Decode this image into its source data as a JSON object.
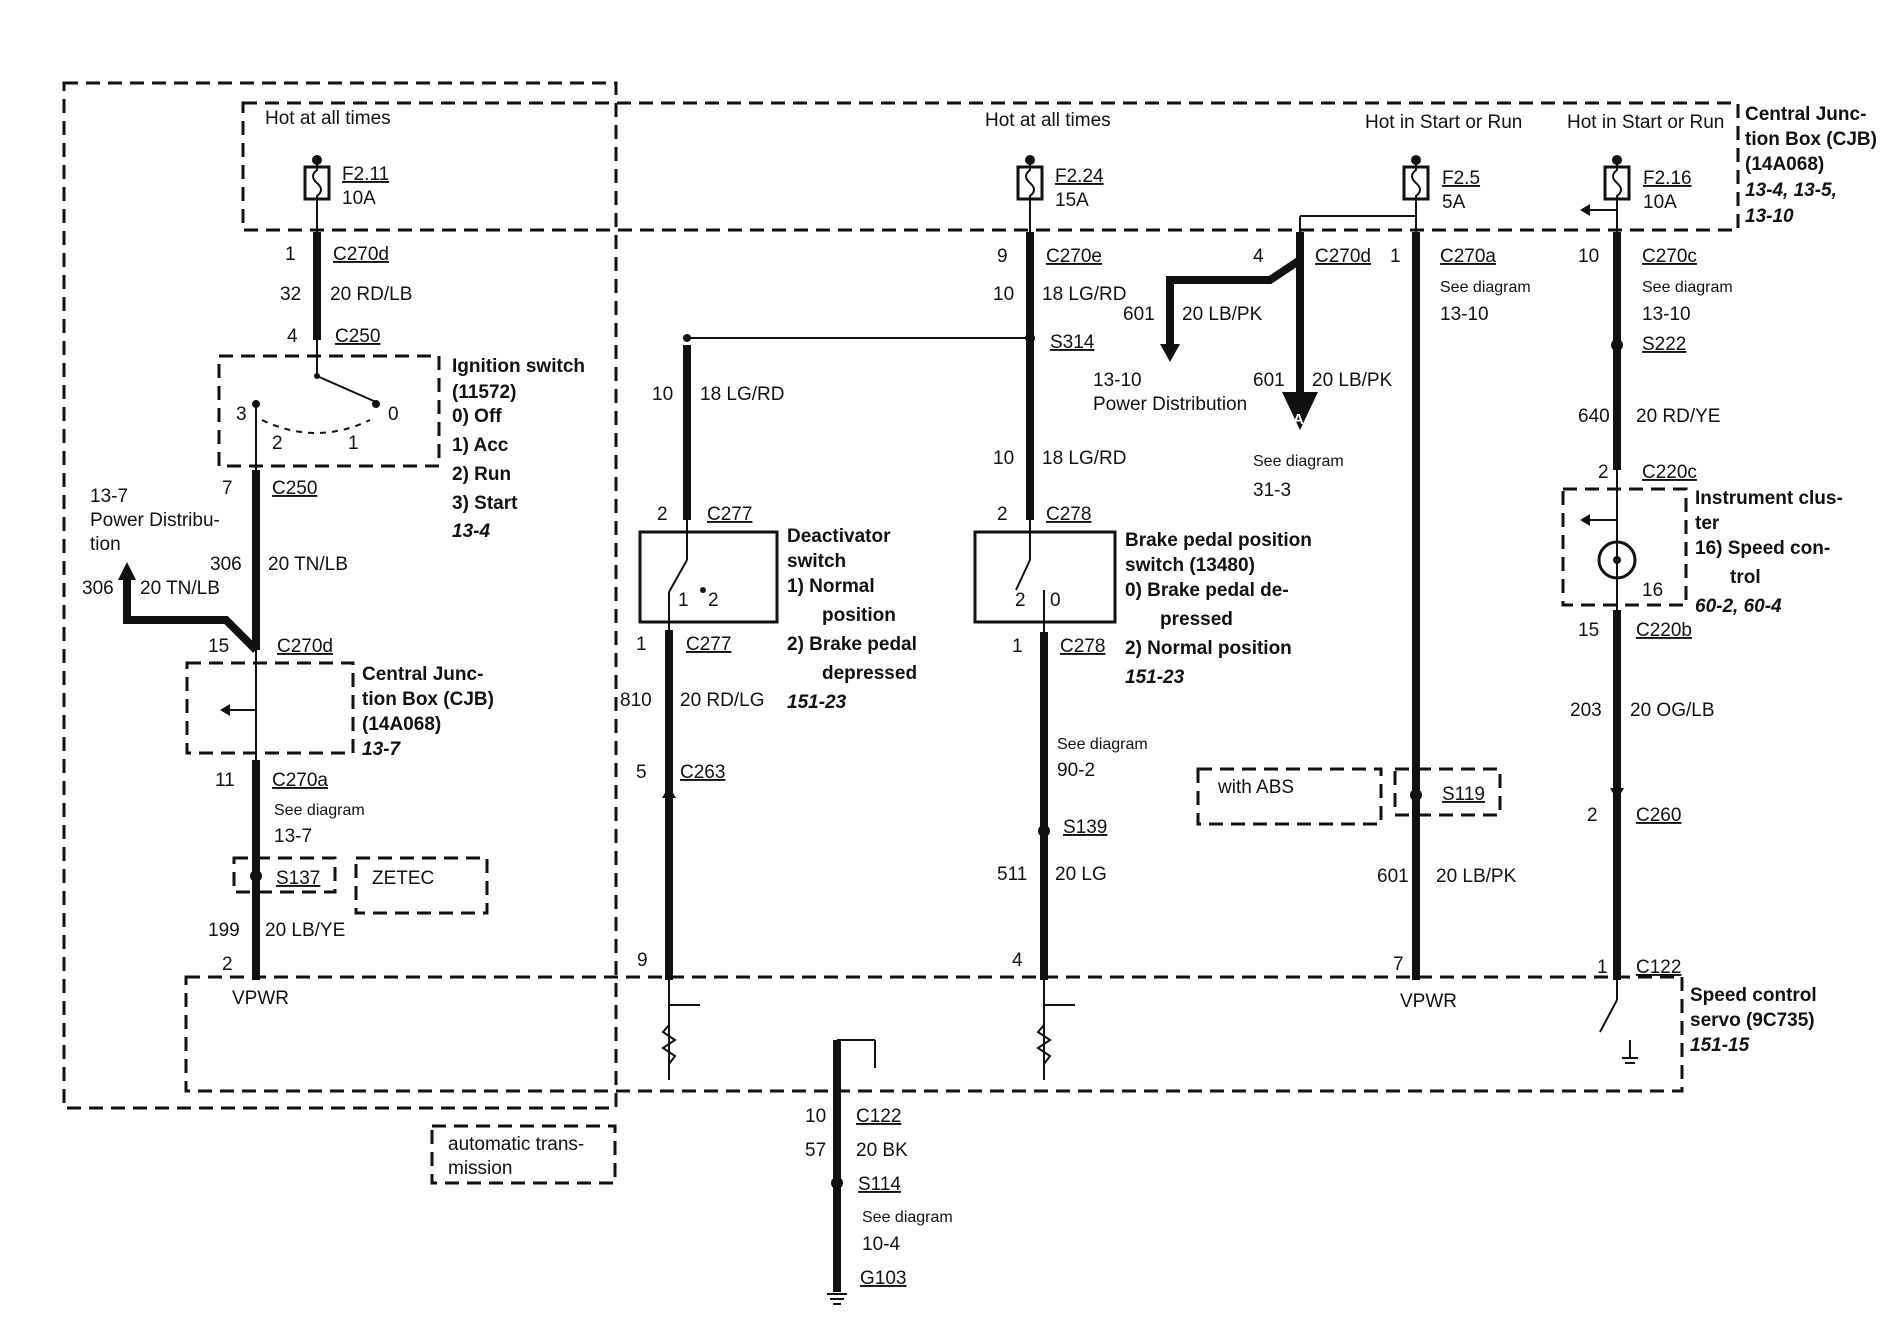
{
  "fuses": {
    "f1": {
      "label": "Hot at all times",
      "id": "F2.11",
      "amp": "10A"
    },
    "f2": {
      "label": "Hot at all times",
      "id": "F2.24",
      "amp": "15A"
    },
    "f3": {
      "label": "Hot in Start or Run",
      "id": "F2.5",
      "amp": "5A"
    },
    "f4": {
      "label": "Hot in Start or Run",
      "id": "F2.16",
      "amp": "10A"
    }
  },
  "cjb_top": {
    "line1": "Central Junc-",
    "line2": "tion Box (CJB)",
    "line3": "(14A068)",
    "ref": "13-4, 13-5,",
    "ref2": "13-10"
  },
  "col1": {
    "pin1": "1",
    "conn1": "C270d",
    "circuit1": "32",
    "wire1": "20 RD/LB",
    "pin2": "4",
    "conn2": "C250",
    "pin3": "7",
    "conn3": "C250",
    "circuit2": "306",
    "wire2": "20 TN/LB",
    "branch_circuit": "306",
    "branch_wire": "20 TN/LB",
    "branch_ref": "13-7",
    "branch_ref2": "Power Distribu-",
    "branch_ref3": "tion",
    "pin4": "15",
    "conn4": "C270d",
    "pin5": "11",
    "conn5": "C270a",
    "see": "See diagram",
    "see_ref": "13-7",
    "splice": "S137",
    "zetec": "ZETEC",
    "circuit3": "199",
    "wire3": "20 LB/YE",
    "pin6": "2",
    "vpwr": "VPWR"
  },
  "ignition": {
    "title": "Ignition switch",
    "part": "(11572)",
    "pos0": "0)  Off",
    "pos1": "1)  Acc",
    "pos2": "2)  Run",
    "pos3": "3)  Start",
    "ref": "13-4",
    "n3": "3",
    "n2": "2",
    "n1": "1",
    "n0": "0"
  },
  "cjb_mid": {
    "line1": "Central Junc-",
    "line2": "tion Box (CJB)",
    "line3": "(14A068)",
    "ref": "13-7"
  },
  "col2": {
    "circuit1": "10",
    "wire1": "18 LG/RD",
    "pin1": "2",
    "conn1": "C277",
    "n1": "1",
    "n2": "2",
    "pin2": "1",
    "conn2": "C277",
    "circuit2": "810",
    "wire2": "20 RD/LG",
    "pin3": "5",
    "conn3": "C263",
    "pin4": "9"
  },
  "deactivator": {
    "title": "Deactivator",
    "title2": "switch",
    "p1": "1)  Normal",
    "p1b": "position",
    "p2": "2)  Brake pedal",
    "p2b": "depressed",
    "ref": "151-23"
  },
  "col3": {
    "pin1": "9",
    "conn1": "C270e",
    "circuit1": "10",
    "wire1": "18 LG/RD",
    "splice1": "S314",
    "circuit2": "10",
    "wire2": "18 LG/RD",
    "pin2": "2",
    "conn2": "C278",
    "n2": "2",
    "n0": "0",
    "pin3": "1",
    "conn3": "C278",
    "see": "See diagram",
    "see_ref": "90-2",
    "splice2": "S139",
    "circuit3": "511",
    "wire3": "20 LG",
    "pin4": "4"
  },
  "brake": {
    "title": "Brake pedal position",
    "title2": "switch (13480)",
    "p0": "0)  Brake pedal de-",
    "p0b": "pressed",
    "p2": "2)  Normal position",
    "ref": "151-23"
  },
  "col4": {
    "pin": "4",
    "conn": "C270d",
    "circuit": "601",
    "wire": "20 LB/PK",
    "ref": "13-10",
    "ref2": "Power Distribution",
    "circuit2": "601",
    "wire2": "20 LB/PK",
    "arrow": "A",
    "see": "See diagram",
    "see_ref": "31-3"
  },
  "col5": {
    "pin1": "1",
    "conn1": "C270a",
    "see": "See diagram",
    "see_ref": "13-10",
    "with_abs": "with ABS",
    "splice": "S119",
    "circuit": "601",
    "wire": "20 LB/PK",
    "pin2": "7",
    "vpwr": "VPWR"
  },
  "col6": {
    "pin1": "10",
    "conn1": "C270c",
    "see": "See diagram",
    "see_ref": "13-10",
    "splice": "S222",
    "circuit1": "640",
    "wire1": "20 RD/YE",
    "pin2": "2",
    "conn2": "C220c",
    "pin3": "16",
    "pin4": "15",
    "conn3": "C220b",
    "circuit2": "203",
    "wire2": "20 OG/LB",
    "pin5": "2",
    "conn4": "C260",
    "pin6": "1",
    "conn5": "C122"
  },
  "cluster": {
    "line1": "Instrument clus-",
    "line2": "ter",
    "line3": "16) Speed con-",
    "line4": "trol",
    "ref": "60-2, 60-4"
  },
  "servo": {
    "line1": "Speed control",
    "line2": "servo (9C735)",
    "ref": "151-15"
  },
  "ground": {
    "pin": "10",
    "conn": "C122",
    "circuit": "57",
    "wire": "20 BK",
    "splice": "S114",
    "see": "See diagram",
    "see_ref": "10-4",
    "ground": "G103"
  },
  "auto_trans": {
    "line1": "automatic trans-",
    "line2": "mission"
  }
}
